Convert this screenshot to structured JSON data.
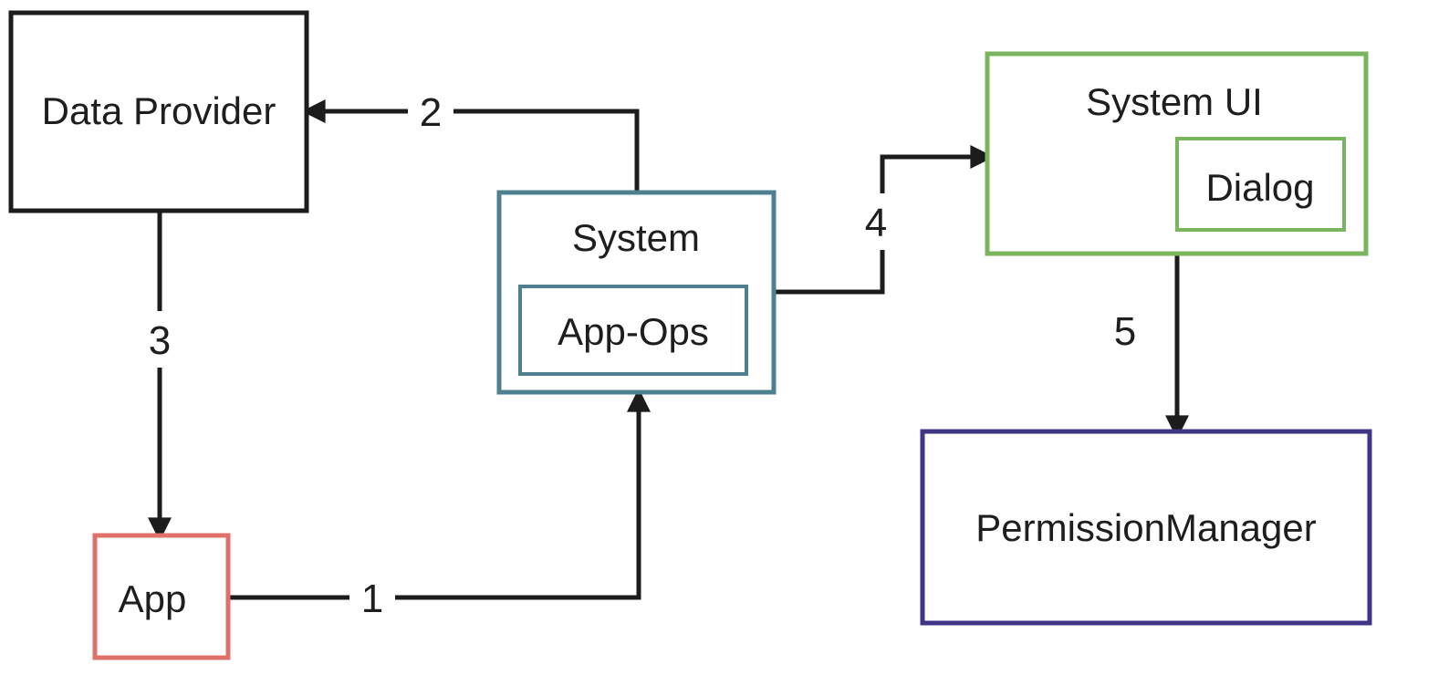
{
  "diagram": {
    "background": "#ffffff",
    "arrow_color": "#1c1c1c",
    "nodes": {
      "data_provider": {
        "label": "Data Provider",
        "border_color": "#1c1c1c"
      },
      "system": {
        "label": "System",
        "border_color": "#4e808f"
      },
      "app_ops": {
        "label": "App-Ops",
        "border_color": "#4e808f"
      },
      "system_ui": {
        "label": "System UI",
        "border_color": "#7ab45e"
      },
      "dialog": {
        "label": "Dialog",
        "border_color": "#7ab45e"
      },
      "app": {
        "label": "App",
        "border_color": "#e0716a"
      },
      "permission_manager": {
        "label": "PermissionManager",
        "border_color": "#3f3688"
      }
    },
    "arrows": [
      {
        "label": "1"
      },
      {
        "label": "2"
      },
      {
        "label": "3"
      },
      {
        "label": "4"
      },
      {
        "label": "5"
      }
    ]
  }
}
